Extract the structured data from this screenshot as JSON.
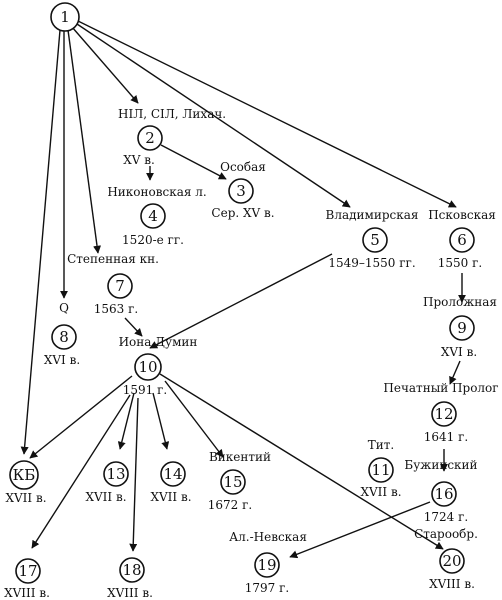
{
  "nodes": {
    "n1": {
      "number": "1"
    },
    "n2": {
      "number": "2",
      "date": "XV в."
    },
    "n3": {
      "number": "3",
      "name": "Особая",
      "date": "Сер. XV в."
    },
    "n4": {
      "number": "4",
      "name": "Никоновская л.",
      "date": "1520-е гг."
    },
    "n5": {
      "number": "5",
      "name": "Владимирская",
      "date": "1549–1550 гг."
    },
    "n6": {
      "number": "6",
      "name": "Псковская",
      "date": "1550 г."
    },
    "n7": {
      "number": "7",
      "name": "Степенная кн.",
      "date": "1563 г."
    },
    "n8": {
      "number": "8",
      "name": "Q",
      "date": "XVI в."
    },
    "n9": {
      "number": "9",
      "name": "Проложная",
      "date": "XVI в."
    },
    "n10": {
      "number": "10",
      "name": "Иона Думин",
      "date": "1591 г."
    },
    "n11": {
      "number": "11",
      "name": "Тит.",
      "date": "XVII в."
    },
    "n12": {
      "number": "12",
      "name": "Печатный Пролог",
      "date": "1641 г."
    },
    "n13": {
      "number": "13",
      "date": "XVII в."
    },
    "n14": {
      "number": "14",
      "date": "XVII в."
    },
    "n15": {
      "number": "15",
      "name": "Викентий",
      "date": "1672 г."
    },
    "n16": {
      "number": "16",
      "name": "Бужинский",
      "date": "1724 г."
    },
    "n17": {
      "number": "17",
      "date": "XVIII в."
    },
    "n18": {
      "number": "18",
      "date": "XVIII в."
    },
    "n19": {
      "number": "19",
      "name": "Ал.-Невская",
      "date": "1797 г."
    },
    "n20": {
      "number": "20",
      "name": "Старообр.",
      "date": "XVIII в."
    },
    "nKB": {
      "number": "КБ",
      "date": "XVII в."
    }
  },
  "edge_labels": {
    "to_n2": "НIЛ, СIЛ, Лихач."
  }
}
